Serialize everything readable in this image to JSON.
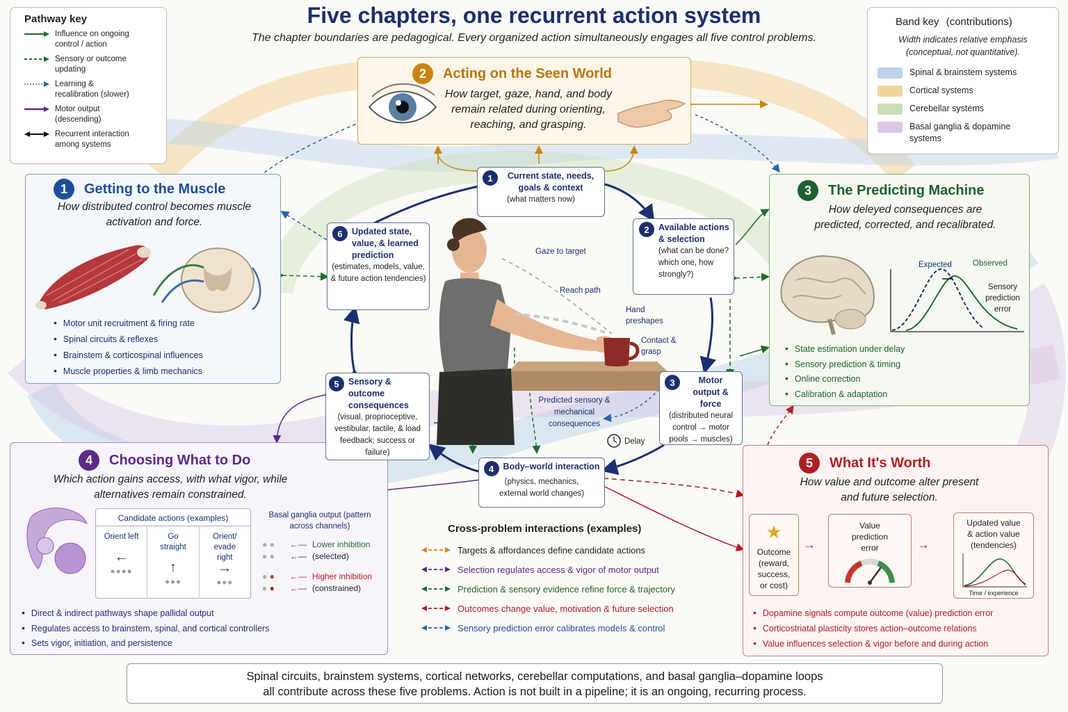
{
  "title": "Five chapters, one recurrent action system",
  "subtitle": "The chapter boundaries are pedagogical. Every organized action simultaneously engages all five control problems.",
  "colors": {
    "navy": "#1c2f6e",
    "blue": "#1e4e9b",
    "orange": "#b8760e",
    "green": "#1f5f30",
    "purple": "#5b2a86",
    "red": "#b01e22"
  },
  "pathway_key": {
    "title": "Pathway key",
    "items": [
      {
        "label": "Influence on ongoing control / action",
        "style": "solid-green"
      },
      {
        "label": "Sensory or outcome updating",
        "style": "dashed-green"
      },
      {
        "label": "Learning & recalibration (slower)",
        "style": "dotted-blue"
      },
      {
        "label": "Motor output (descending)",
        "style": "solid-purple"
      },
      {
        "label": "Recurrent interaction among systems",
        "style": "double-black"
      }
    ]
  },
  "band_key": {
    "title": "Band key",
    "title_note": "(contributions)",
    "note": "Width indicates relative emphasis (conceptual, not quantitative).",
    "items": [
      {
        "label": "Spinal & brainstem systems",
        "color": "#bcd3ea"
      },
      {
        "label": "Cortical systems",
        "color": "#f2d49a"
      },
      {
        "label": "Cerebellar systems",
        "color": "#c7deb6"
      },
      {
        "label": "Basal ganglia & dopamine systems",
        "color": "#d8c8e6"
      }
    ]
  },
  "chapters": {
    "c1": {
      "num": "1",
      "title": "Getting to the Muscle",
      "desc": "How distributed control becomes muscle activation and force.",
      "bullets": [
        "Motor unit recruitment & firing rate",
        "Spinal circuits & reflexes",
        "Brainstem & corticospinal influences",
        "Muscle properties & limb mechanics"
      ]
    },
    "c2": {
      "num": "2",
      "title": "Acting on the Seen World",
      "desc": "How target, gaze, hand, and body remain related during orienting, reaching, and grasping."
    },
    "c3": {
      "num": "3",
      "title": "The Predicting Machine",
      "desc": "How deleyed consequences are predicted, corrected, and recalibrated.",
      "graph": {
        "expected": "Expected",
        "observed": "Observed",
        "error": "Sensory prediction error"
      },
      "bullets": [
        "State estimation under delay",
        "Sensory prediction & timing",
        "Online correction",
        "Calibration & adaptation"
      ]
    },
    "c4": {
      "num": "4",
      "title": "Choosing What to Do",
      "desc": "Which action gains access, with what vigor, while alternatives remain constrained.",
      "candidates": {
        "title": "Candidate actions (examples)",
        "cols": [
          {
            "label": "Orient left",
            "arrow": "←",
            "dots": 4
          },
          {
            "label": "Go straight",
            "arrow": "↑",
            "dots": 3
          },
          {
            "label": "Orient/ evade right",
            "arrow": "→",
            "dots": 3
          }
        ]
      },
      "bg_output": {
        "title": "Basal ganglia output (pattern across channels)",
        "lower": [
          "Lower inhibition",
          "(selected)"
        ],
        "higher": [
          "Higher inhibition",
          "(constrained)"
        ]
      },
      "bullets": [
        "Direct & indirect pathways shape pallidal output",
        "Regulates access to brainstem, spinal, and cortical controllers",
        "Sets vigor, initiation, and persistence"
      ]
    },
    "c5": {
      "num": "5",
      "title": "What It's Worth",
      "desc": "How value and outcome alter present and future selection.",
      "cards": {
        "outcome": [
          "Outcome",
          "(reward,",
          "success,",
          "or cost)"
        ],
        "vpe": [
          "Value",
          "prediction",
          "error"
        ],
        "updated": [
          "Updated value",
          "& action value",
          "(tendencies)"
        ],
        "axis": "Time / experience"
      },
      "bullets": [
        "Dopamine signals compute outcome (value) prediction error",
        "Corticostriatal plasticity stores action–outcome relations",
        "Value influences selection & vigor before and during action"
      ]
    }
  },
  "cycle": [
    {
      "num": "1",
      "title": "Current state, needs, goals & context",
      "sub": "(what matters now)"
    },
    {
      "num": "2",
      "title": "Available actions & selection",
      "sub": "(what can be done? which one, how strongly?)"
    },
    {
      "num": "3",
      "title": "Motor output & force",
      "sub": "(distributed neural control → motor pools → muscles)"
    },
    {
      "num": "4",
      "title": "Body–world interaction",
      "sub": "(physics, mechanics, external world changes)"
    },
    {
      "num": "5",
      "title": "Sensory & outcome consequences",
      "sub": "(visual, proprioceptive, vestibular, tactile, & load feedback; success or failure)"
    },
    {
      "num": "6",
      "title": "Updated state, value, & learned prediction",
      "sub": "(estimates, models, value, & future action tendencies)"
    }
  ],
  "scene_labels": {
    "gaze": "Gaze to target",
    "reach": "Reach path",
    "preshape": "Hand preshapes",
    "contact": "Contact & grasp",
    "predicted": "Predicted sensory & mechanical consequences",
    "delay": "Delay"
  },
  "cross_legend": {
    "title": "Cross-problem interactions (examples)",
    "items": [
      {
        "label": "Targets & affordances define candidate actions",
        "color": "#d08a1a"
      },
      {
        "label": "Selection regulates access & vigor of motor output",
        "color": "#5b2a86"
      },
      {
        "label": "Prediction & sensory evidence refine force & trajectory",
        "color": "#1f6a33"
      },
      {
        "label": "Outcomes change value, motivation & future selection",
        "color": "#b01e22"
      },
      {
        "label": "Sensory prediction error calibrates models & control",
        "color": "#2c63a6"
      }
    ]
  },
  "footer": [
    "Spinal circuits, brainstem systems, cortical networks, cerebellar computations, and basal ganglia–dopamine loops",
    "all contribute across these five problems. Action is not built in a pipeline; it is an ongoing, recurring process."
  ]
}
